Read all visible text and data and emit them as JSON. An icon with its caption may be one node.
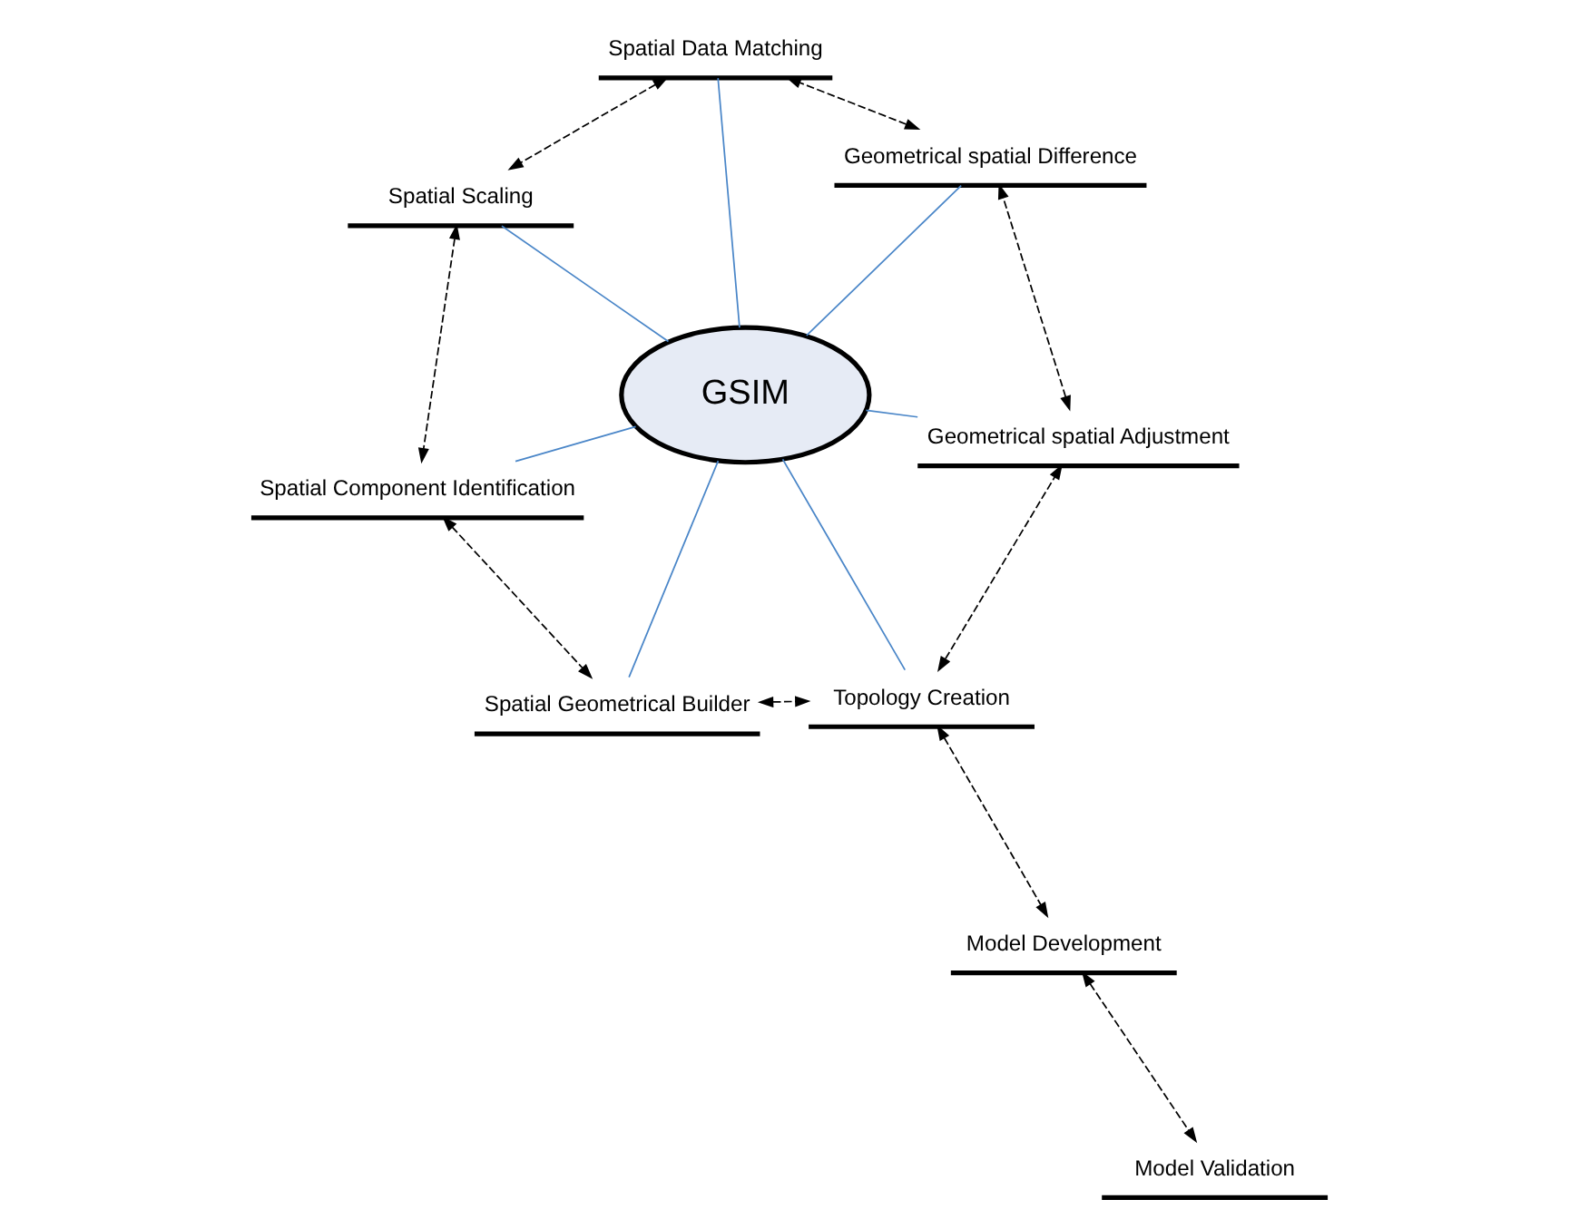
{
  "diagram": {
    "nodes": [
      {
        "text": [
          "Spatial Scaling"
        ]
      },
      {
        "text": [
          "Spatial Data Matching"
        ]
      },
      {
        "text": [
          "Spatial Component Identification"
        ]
      },
      {
        "text": [
          "GSIM"
        ]
      },
      {
        "text": [
          "Geometrical spatial Difference"
        ]
      },
      {
        "text": [
          "Spatial Geometrical Builder"
        ]
      },
      {
        "text": [
          "Geometrical spatial Adjustment"
        ]
      },
      {
        "text": [
          "Topology Creation"
        ]
      },
      {
        "text": [
          "Model Development"
        ]
      },
      {
        "text": [
          "Model Validation"
        ]
      }
    ],
    "edges": [
      {
        "from": 3,
        "to": 0,
        "arrow": "none",
        "color": "#4a86c8"
      },
      {
        "from": 3,
        "to": 1,
        "arrow": "none",
        "color": "#4a86c8"
      },
      {
        "from": 3,
        "to": 2,
        "arrow": "none",
        "color": "#4a86c8"
      },
      {
        "from": 3,
        "to": 4,
        "arrow": "none",
        "color": "#4a86c8"
      },
      {
        "from": 3,
        "to": 5,
        "arrow": "none",
        "color": "#4a86c8"
      },
      {
        "from": 3,
        "to": 6,
        "arrow": "none",
        "color": "#4a86c8"
      },
      {
        "from": 3,
        "to": 7,
        "arrow": "none",
        "color": "#4a86c8"
      },
      {
        "from": 1,
        "to": 0,
        "arrow": "both",
        "style": "dashed"
      },
      {
        "from": 0,
        "to": 2,
        "arrow": "both",
        "style": "dashed"
      },
      {
        "from": 2,
        "to": 5,
        "arrow": "both",
        "style": "dashed"
      },
      {
        "from": 5,
        "to": 7,
        "arrow": "both",
        "style": "dashed"
      },
      {
        "from": 7,
        "to": 6,
        "arrow": "both",
        "style": "dashed"
      },
      {
        "from": 6,
        "to": 4,
        "arrow": "both",
        "style": "dashed"
      },
      {
        "from": 4,
        "to": 1,
        "arrow": "both",
        "style": "dashed"
      },
      {
        "from": 7,
        "to": 8,
        "arrow": "both",
        "style": "dashed"
      },
      {
        "from": 8,
        "to": 9,
        "arrow": "both",
        "style": "dashed"
      }
    ]
  }
}
